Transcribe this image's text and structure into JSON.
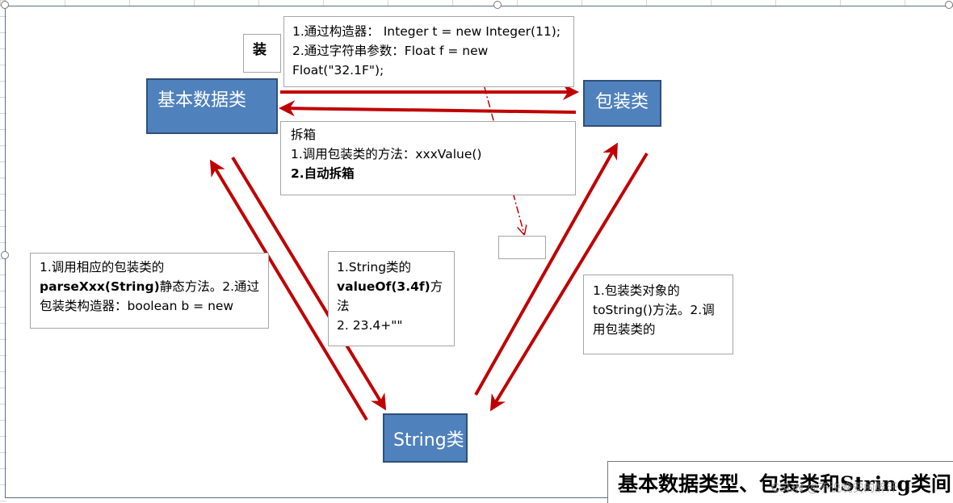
{
  "nodes": {
    "primitive": "基本数据类",
    "wrapper": "包装类",
    "string": "String类"
  },
  "boxing_label": "装",
  "boxing_box": {
    "line1": "1.通过构造器： Integer t = new Integer(11);",
    "line2": "2.通过字符串参数：Float f = new",
    "line3": "Float(\"32.1F\");"
  },
  "unboxing_box": {
    "title": "拆箱",
    "line1": "1.调用包装类的方法：xxxValue()",
    "line2": "2.自动拆箱"
  },
  "string_to_primitive": {
    "line1": "1.调用相应的包装类的",
    "line2_bold": "parseXxx(String)",
    "line2_rest": "静态方法。2.通过",
    "line3": "包装类构造器：boolean b = new"
  },
  "primitive_to_string": {
    "line1": "1.String类的",
    "line2_bold": "valueOf(3.4f)",
    "line2_rest": "方",
    "line3": "法",
    "line4": "2. 23.4+\"\""
  },
  "wrapper_to_string": {
    "line1": "1.包装类对象的",
    "line2": "toString()方法。2.调",
    "line3": "用包装类的"
  },
  "caption": "基本数据类型、包装类和String类间",
  "watermark": "CSDN @不说晚安的醉汗",
  "colors": {
    "node_fill": "#4f81bd",
    "arrow": "#c00000"
  }
}
